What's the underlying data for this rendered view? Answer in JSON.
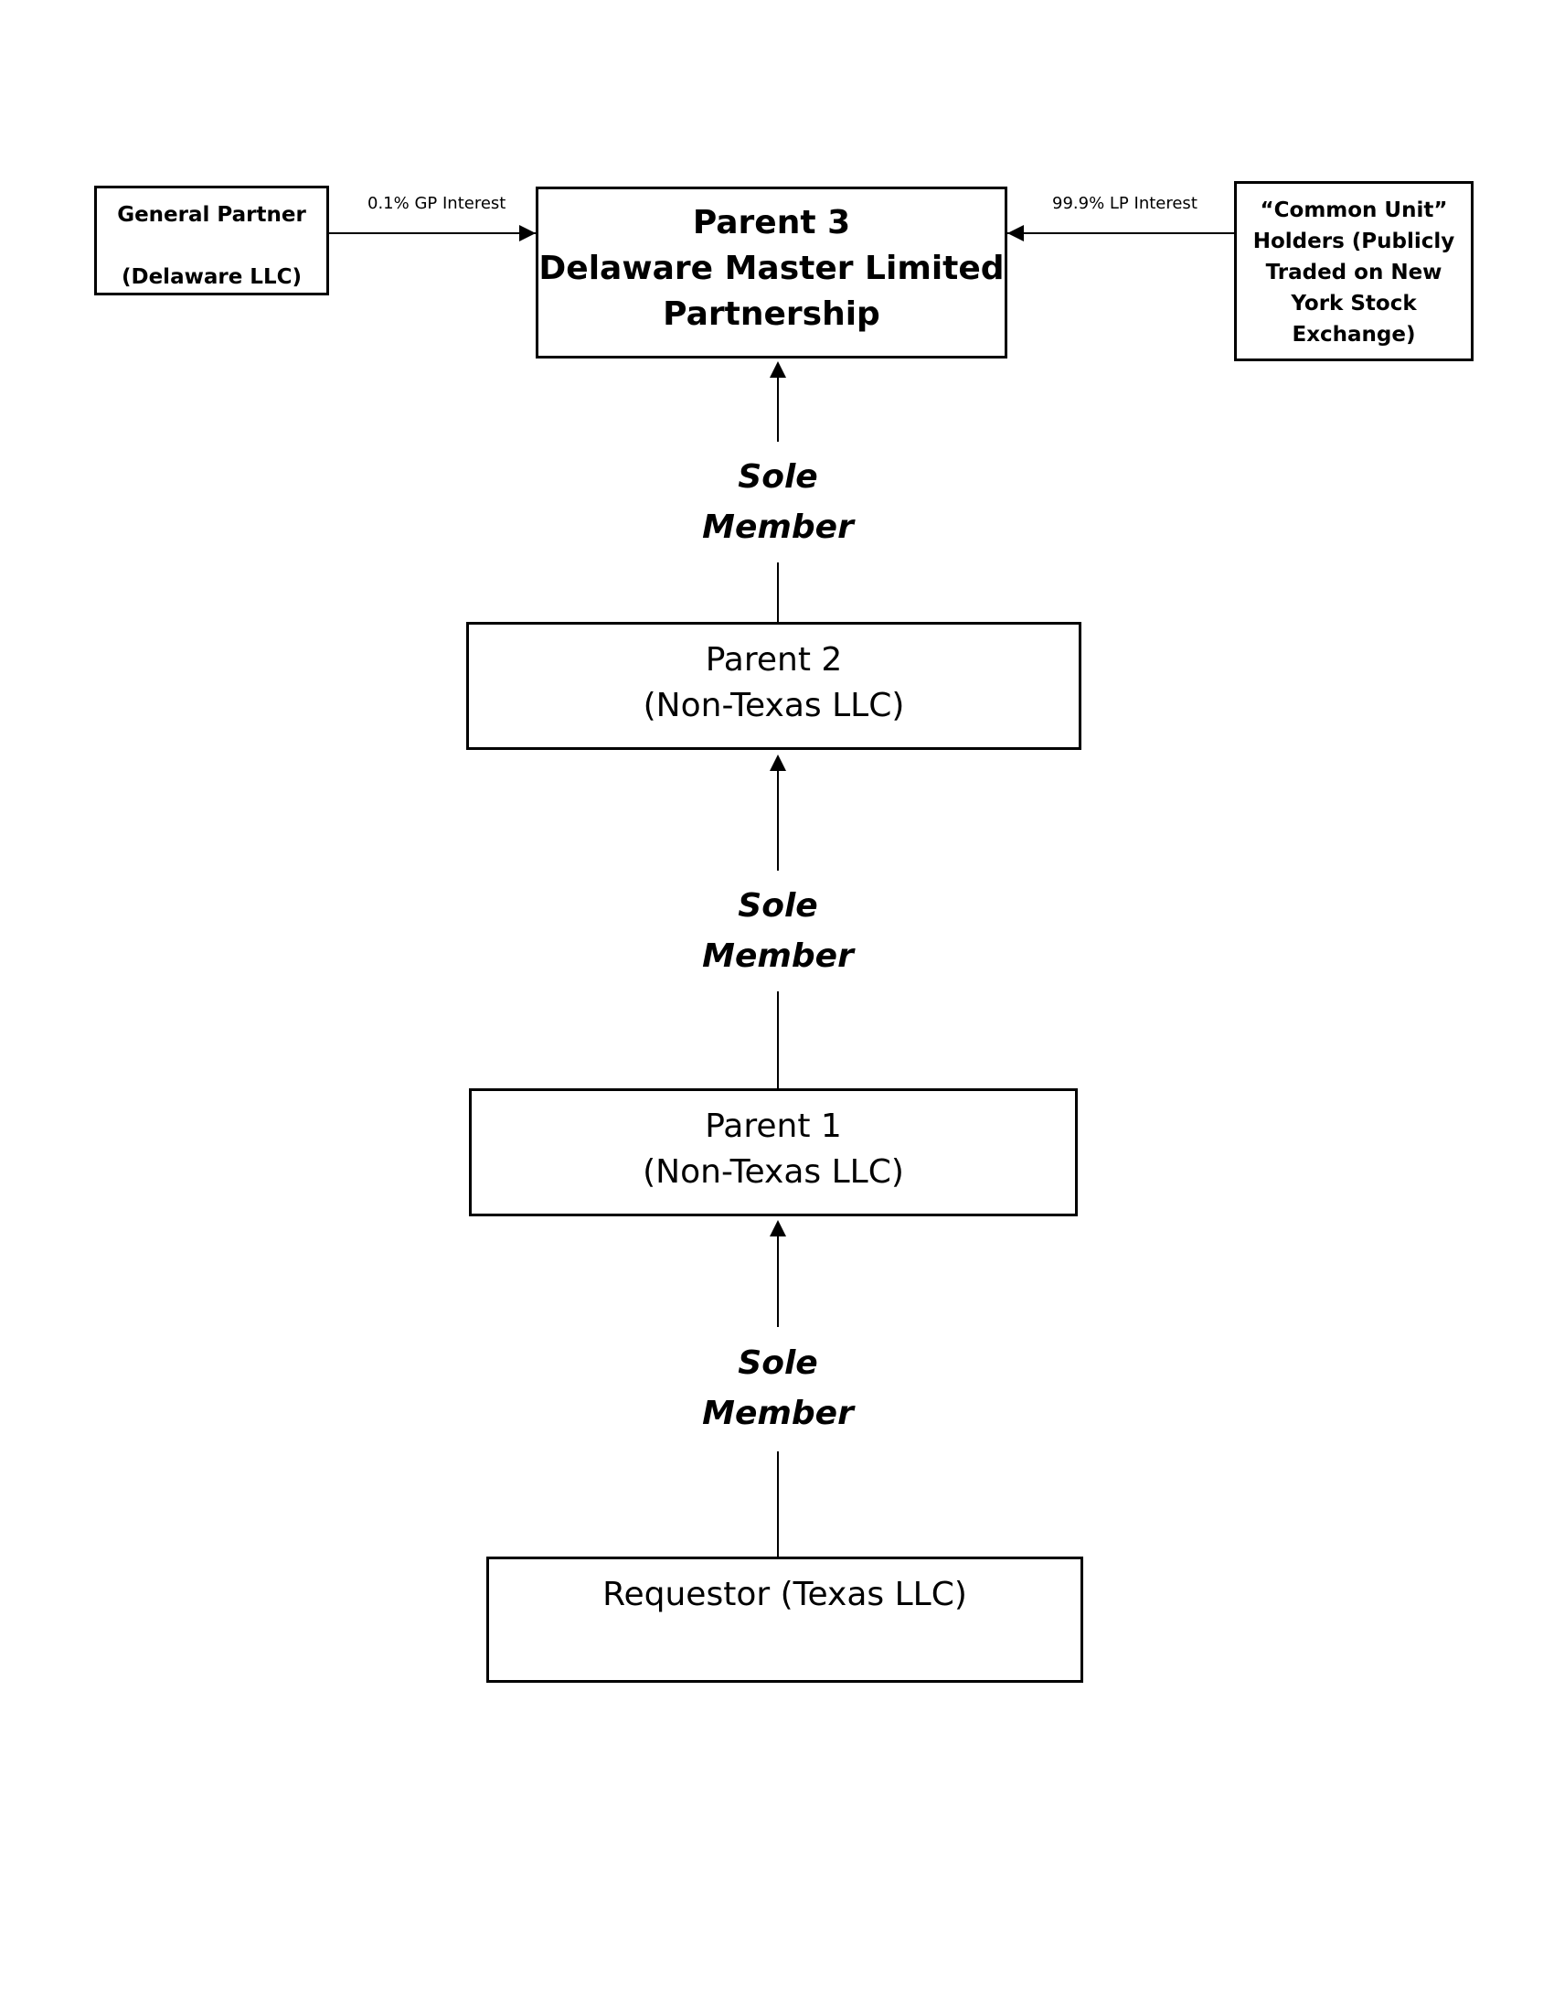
{
  "nodes": {
    "general_partner": {
      "line1": "General Partner",
      "line2": "(Delaware LLC)"
    },
    "parent3": {
      "line1": "Parent 3",
      "line2": "Delaware Master Limited",
      "line3": "Partnership"
    },
    "common_unit": {
      "line1": "“Common Unit”",
      "line2": "Holders (Publicly",
      "line3": "Traded on New",
      "line4": "York Stock",
      "line5": "Exchange)"
    },
    "parent2": {
      "line1": "Parent 2",
      "line2": "(Non-Texas LLC)"
    },
    "parent1": {
      "line1": "Parent 1",
      "line2": "(Non-Texas LLC)"
    },
    "requestor": {
      "line1": "Requestor (Texas LLC)"
    }
  },
  "edges": {
    "gp_interest": "0.1% GP Interest",
    "lp_interest": "99.9% LP Interest",
    "sole_member": {
      "line1": "Sole",
      "line2": "Member"
    }
  }
}
